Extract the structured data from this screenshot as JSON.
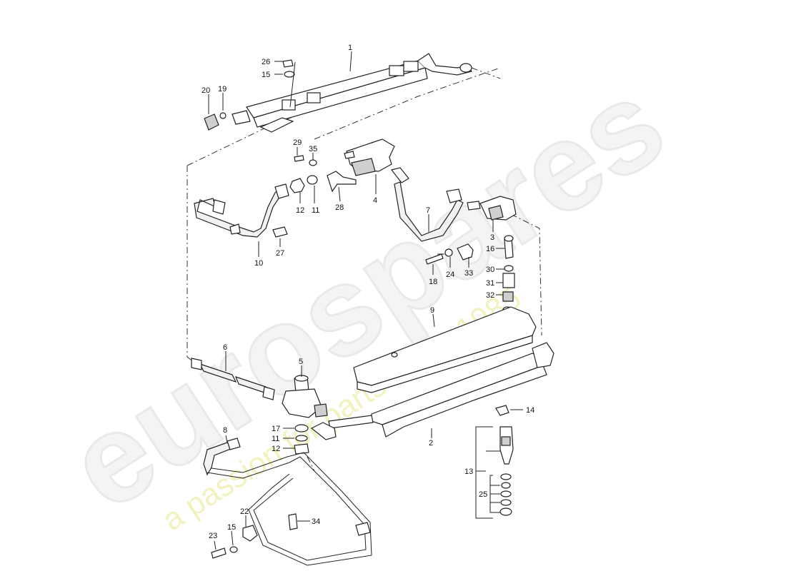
{
  "watermark": {
    "brand": "eurospares",
    "tagline": "a passion for parts since 1985"
  },
  "callouts": {
    "c1": "1",
    "c2": "2",
    "c3": "3",
    "c4": "4",
    "c5": "5",
    "c6": "6",
    "c7": "7",
    "c8": "8",
    "c9": "9",
    "c10": "10",
    "c11a": "11",
    "c11b": "11",
    "c12a": "12",
    "c12b": "12",
    "c13": "13",
    "c14": "14",
    "c15a": "15",
    "c15b": "15",
    "c16": "16",
    "c17": "17",
    "c18": "18",
    "c19": "19",
    "c20": "20",
    "c22": "22",
    "c23": "23",
    "c24": "24",
    "c25": "25",
    "c26": "26",
    "c27": "27",
    "c28": "28",
    "c29": "29",
    "c30": "30",
    "c31": "31",
    "c32": "32",
    "c33": "33",
    "c34": "34",
    "c35": "35"
  }
}
